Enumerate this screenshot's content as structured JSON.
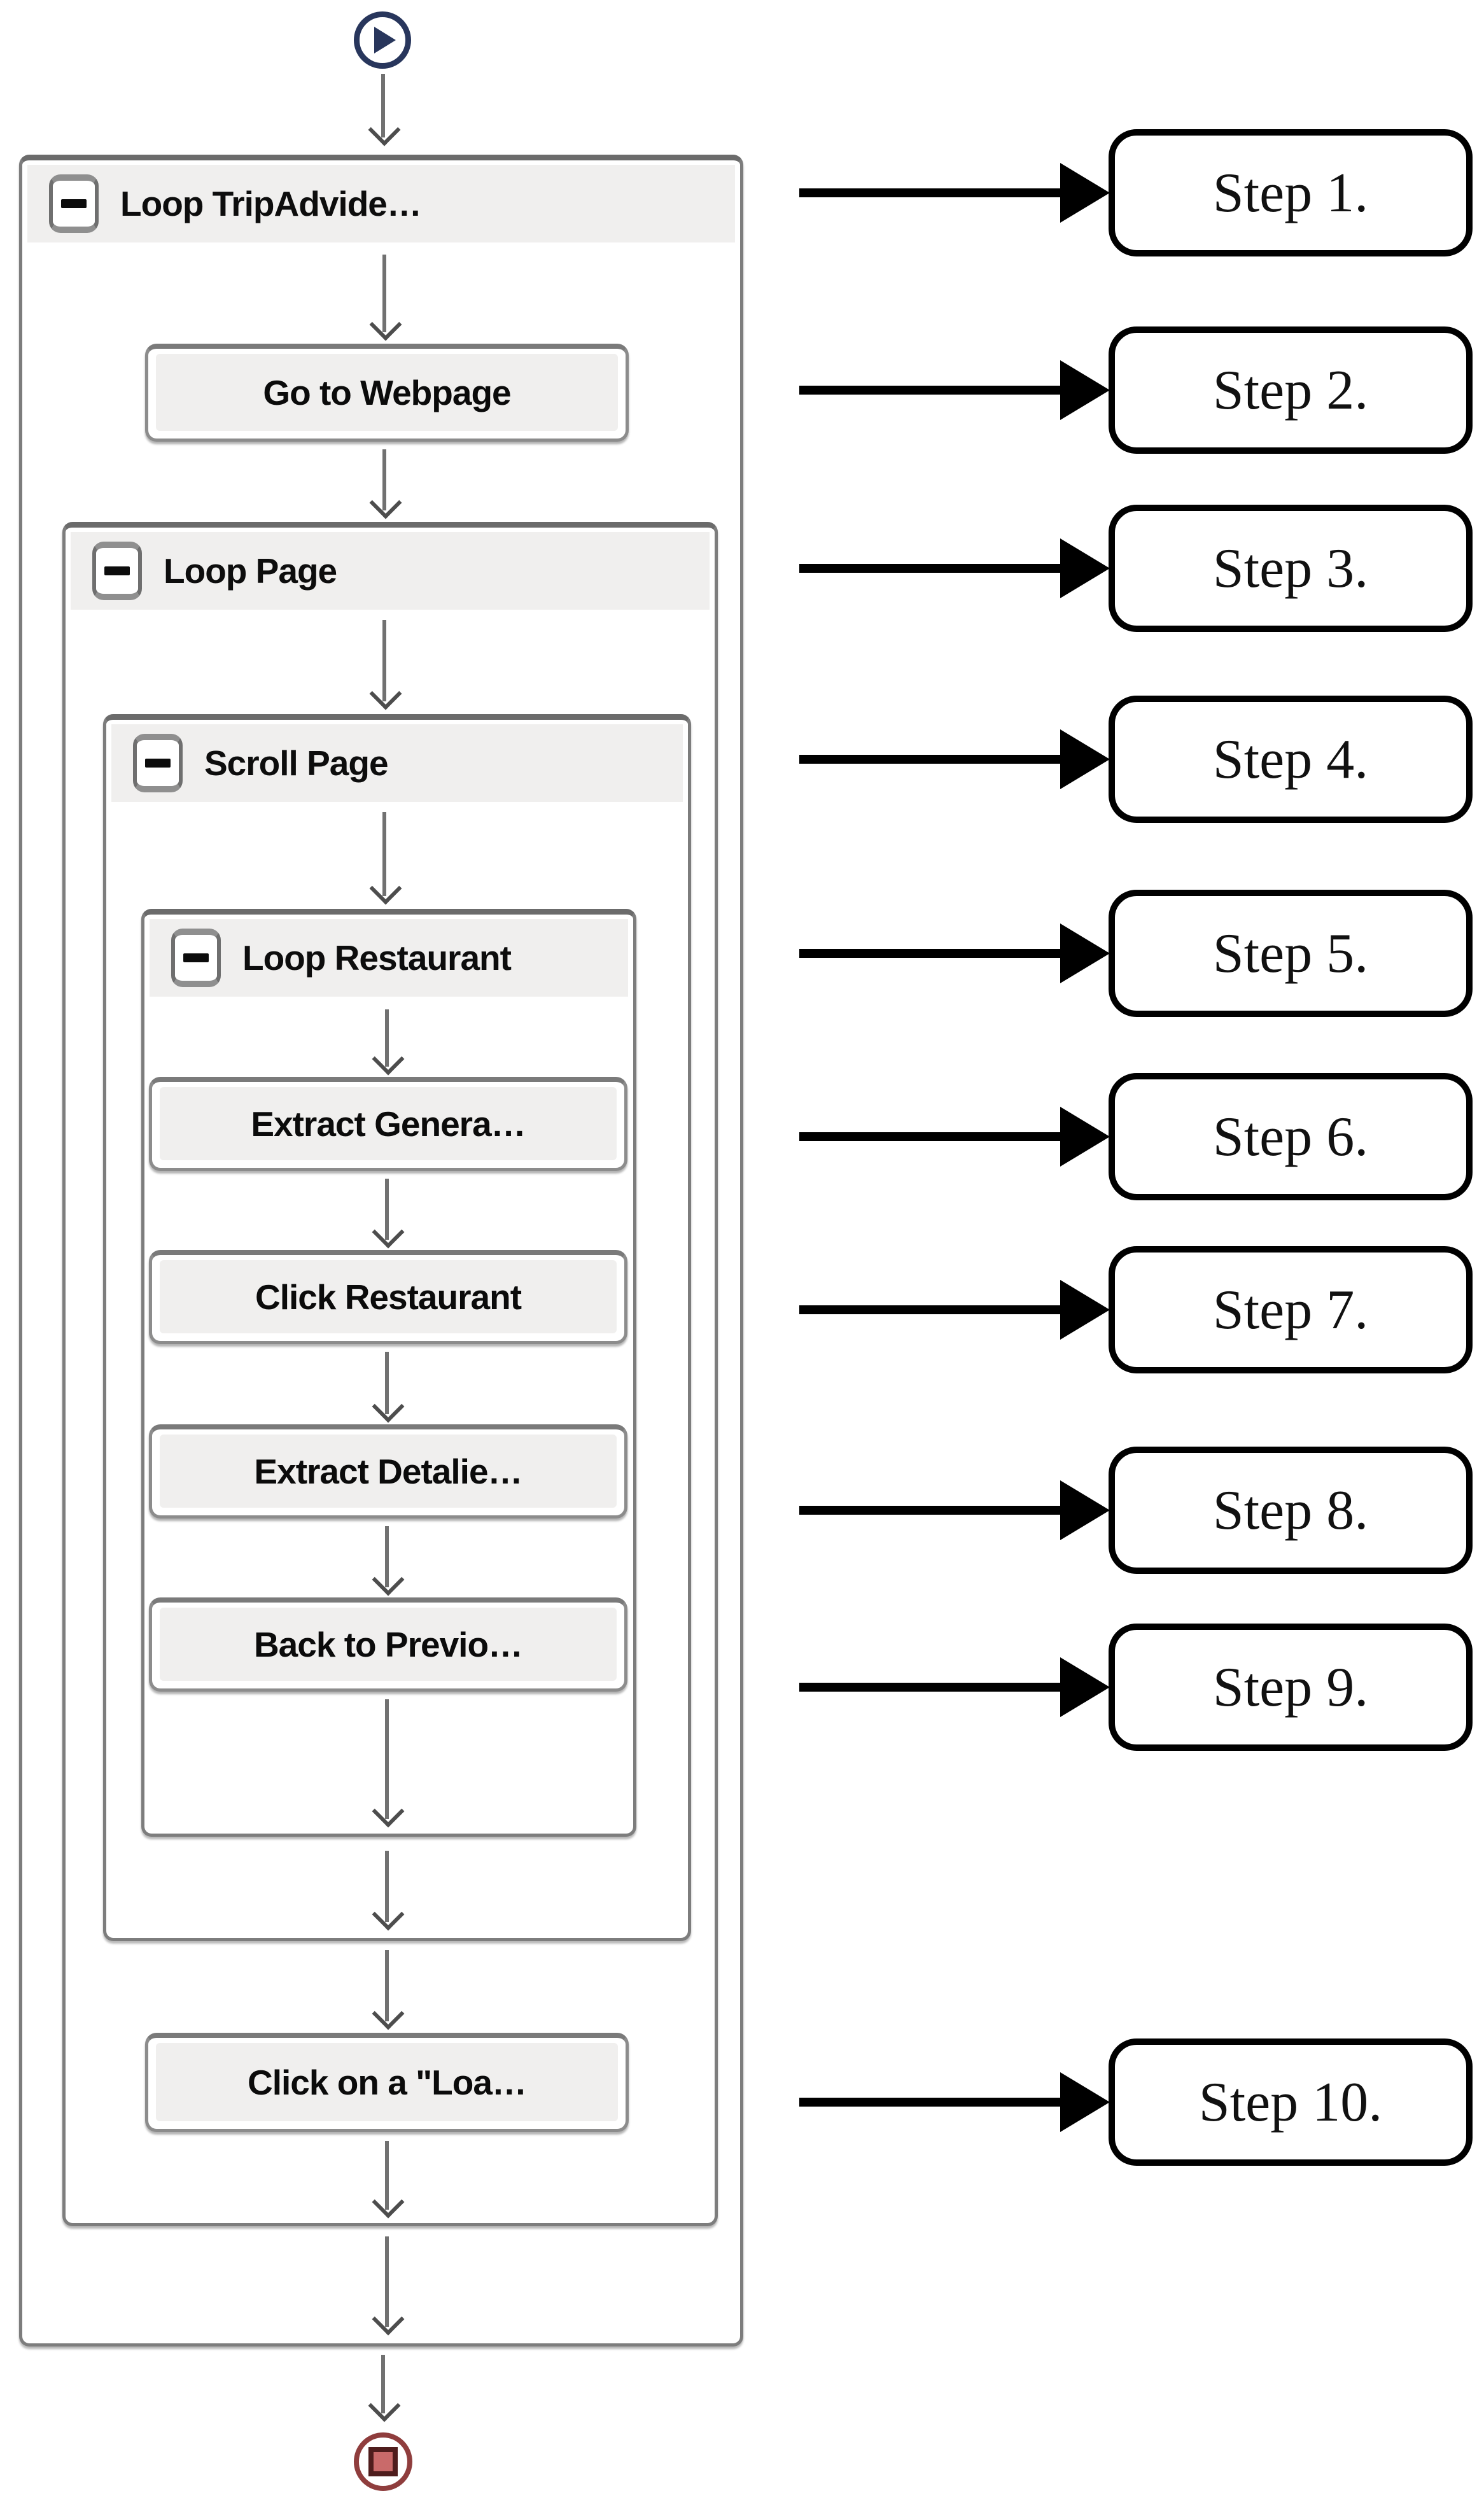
{
  "flow": {
    "start_icon_color": "#28365c",
    "stop_icon_color": "#8f3d3d",
    "collapse_glyph": "minus",
    "containers": [
      {
        "label": "Loop TripAdvide…"
      },
      {
        "label": "Loop Page"
      },
      {
        "label": "Scroll Page"
      },
      {
        "label": "Loop Restaurant"
      }
    ],
    "actions": [
      {
        "label": "Go to Webpage"
      },
      {
        "label": "Extract Genera…"
      },
      {
        "label": "Click Restaurant"
      },
      {
        "label": "Extract Detalie…"
      },
      {
        "label": "Back to Previo…"
      },
      {
        "label": "Click on a \"Loa…"
      }
    ]
  },
  "steps": [
    {
      "label": "Step 1."
    },
    {
      "label": "Step 2."
    },
    {
      "label": "Step 3."
    },
    {
      "label": "Step 4."
    },
    {
      "label": "Step 5."
    },
    {
      "label": "Step 6."
    },
    {
      "label": "Step 7."
    },
    {
      "label": "Step 8."
    },
    {
      "label": "Step 9."
    },
    {
      "label": "Step 10."
    }
  ],
  "colors": {
    "container_border": "#7d7d7d",
    "header_fill": "#f0efee",
    "action_fill": "#f0efee",
    "step_border": "#000000",
    "flow_arrow_gray": "#717171",
    "step_arrow_black": "#000000"
  }
}
